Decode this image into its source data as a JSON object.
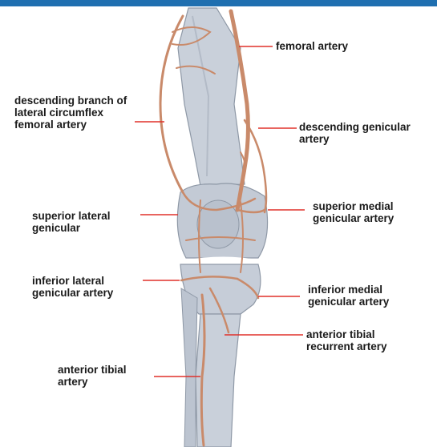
{
  "colors": {
    "accent_bar": "#1f6fb0",
    "leader_line": "#e0302a",
    "artery": "#c98a6a",
    "bone": "#c9d0da",
    "bone_shadow": "#8e98a6"
  },
  "labels": {
    "femoral_artery": [
      "femoral artery"
    ],
    "descending_branch": [
      "descending branch of",
      "lateral circumflex",
      "femoral artery"
    ],
    "descending_genicular": [
      "descending genicular",
      "artery"
    ],
    "superior_lateral": [
      "superior lateral",
      "genicular"
    ],
    "superior_medial": [
      "superior medial",
      "genicular artery"
    ],
    "inferior_lateral": [
      "inferior lateral",
      "genicular artery"
    ],
    "inferior_medial": [
      "inferior medial",
      "genicular artery"
    ],
    "anterior_tibial_recurrent": [
      "anterior tibial",
      "recurrent artery"
    ],
    "anterior_tibial": [
      "anterior tibial",
      "artery"
    ]
  }
}
